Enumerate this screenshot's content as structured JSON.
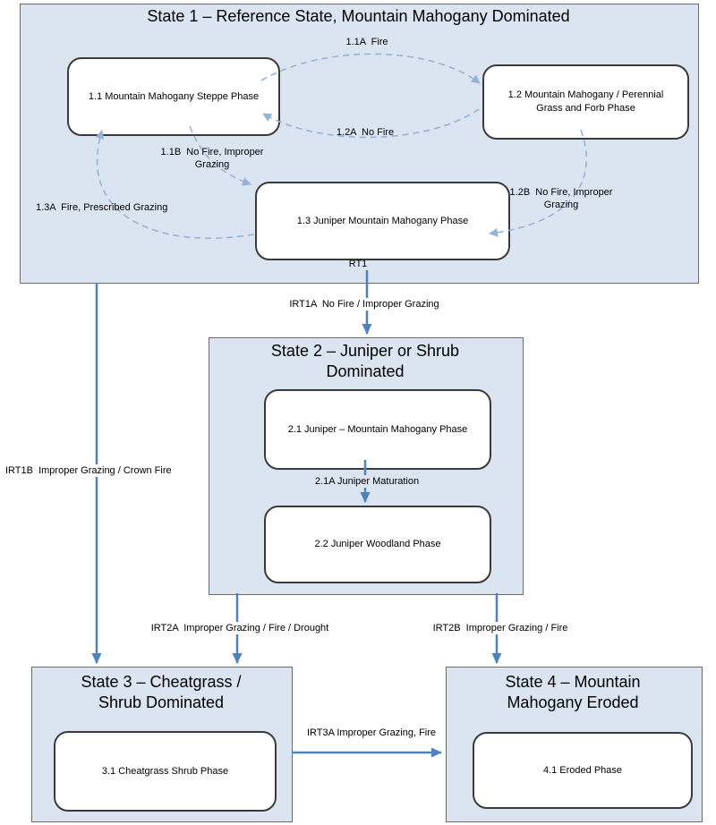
{
  "colors": {
    "state_fill": "#dbe5f1",
    "state_border": "#6b6b6b",
    "phase_fill": "#ffffff",
    "phase_border": "#3a3a3a",
    "solid_arrow": "#4f81bd",
    "dashed_arrow": "#95b3d7"
  },
  "state1": {
    "title": "State 1 – Reference State, Mountain Mahogany Dominated",
    "phase11": "1.1 Mountain Mahogany Steppe Phase",
    "phase12": "1.2  Mountain Mahogany / Perennial Grass and Forb Phase",
    "phase13": "1.3  Juniper Mountain Mahogany Phase",
    "label_11a": "1.1A  Fire",
    "label_12a": "1.2A  No Fire",
    "label_11b": "1.1B  No Fire, Improper Grazing",
    "label_12b": "1.2B  No Fire, Improper Grazing",
    "label_13a": "1.3A  Fire, Prescribed Grazing",
    "label_rt1": "RT1"
  },
  "state2": {
    "title": "State 2 – Juniper or Shrub Dominated",
    "phase21": "2.1 Juniper – Mountain Mahogany Phase",
    "phase22": "2.2 Juniper Woodland Phase",
    "label_21a": "2.1A Juniper Maturation"
  },
  "state3": {
    "title": "State 3 – Cheatgrass / Shrub Dominated",
    "phase31": "3.1 Cheatgrass Shrub Phase"
  },
  "state4": {
    "title": "State 4 – Mountain Mahogany Eroded",
    "phase41": "4.1 Eroded Phase"
  },
  "inter_state": {
    "irt1a": "IRT1A  No Fire / Improper Grazing",
    "irt1b": "IRT1B  Improper Grazing / Crown Fire",
    "irt2a": "IRT2A  Improper Grazing / Fire / Drought",
    "irt2b": "IRT2B  Improper Grazing / Fire",
    "irt3a": "IRT3A Improper Grazing, Fire"
  }
}
